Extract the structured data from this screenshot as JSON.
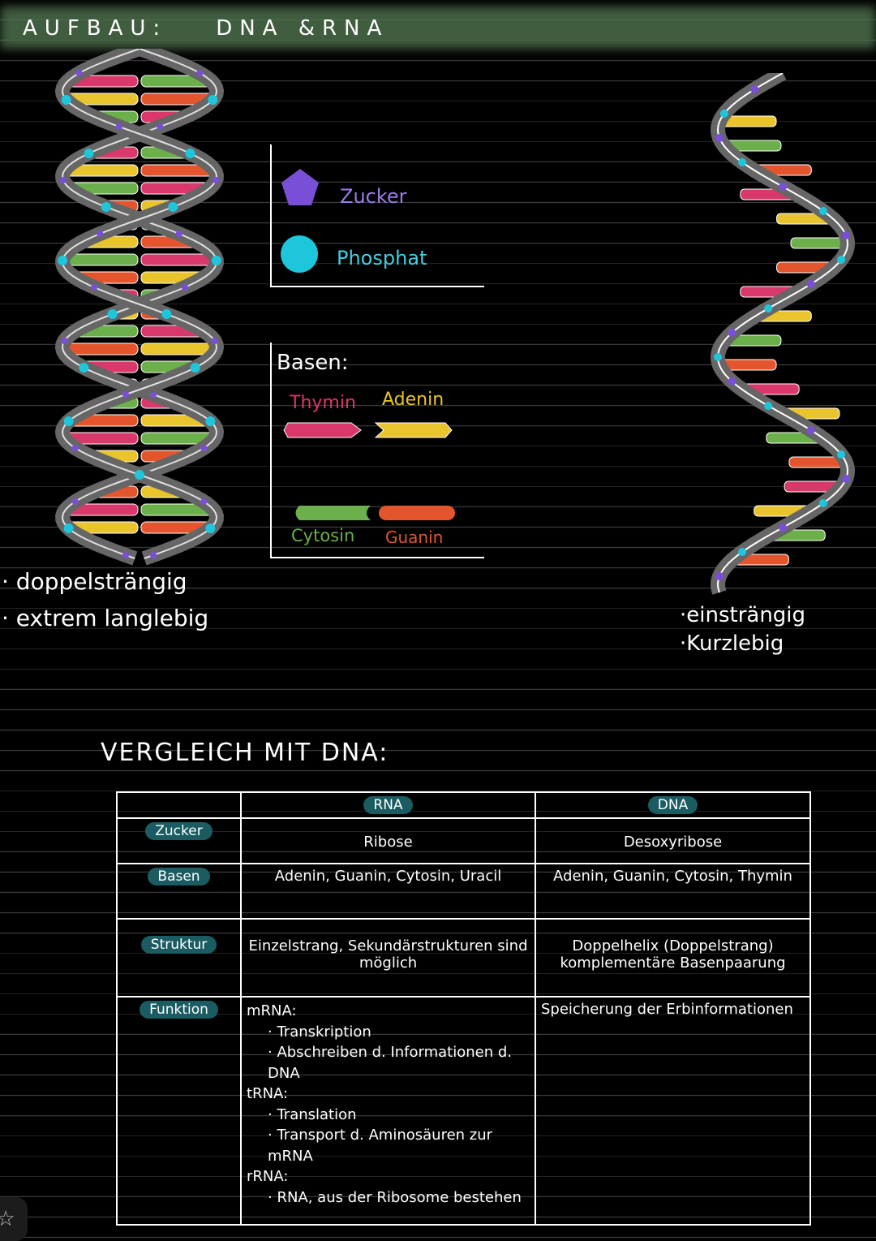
{
  "title": {
    "left": "AUFBAU:",
    "right": "DNA &RNA"
  },
  "legend": {
    "sugar": "Zucker",
    "phosphate": "Phosphat"
  },
  "bases": {
    "heading": "Basen:",
    "thymin": "Thymin",
    "adenin": "Adenin",
    "cytosin": "Cytosin",
    "guanin": "Guanin"
  },
  "dna_notes": [
    "· doppelsträngig",
    "· extrem langlebig"
  ],
  "rna_notes": [
    "·einsträngig",
    "·Kurzlebig"
  ],
  "compare_heading": "VERGLEICH MIT DNA:",
  "table": {
    "headers": [
      "RNA",
      "DNA"
    ],
    "rows": [
      {
        "label": "Zucker",
        "rna": "Ribose",
        "dna": "Desoxyribose"
      },
      {
        "label": "Basen",
        "rna": "Adenin, Guanin, Cytosin, Uracil",
        "dna": "Adenin, Guanin, Cytosin, Thymin"
      },
      {
        "label": "Struktur",
        "rna": "Einzelstrang, Sekundärstrukturen sind möglich",
        "dna": "Doppelhelix (Doppelstrang) komplementäre Basenpaarung"
      },
      {
        "label": "Funktion",
        "dna": "Speicherung der Erbinformationen",
        "rna_lines": [
          "mRNA:",
          "· Transkription",
          "· Abschreiben d. Informationen d. DNA",
          "tRNA:",
          "· Translation",
          "· Transport d. Aminosäuren zur mRNA",
          "rRNA:",
          "· RNA, aus der Ribosome bestehen"
        ]
      }
    ]
  },
  "colors": {
    "thymin": "#d8386a",
    "adenin": "#e9c42c",
    "cytosin": "#6bb04a",
    "guanin": "#e4552e",
    "sugar": "#7a4fd8",
    "phosphate": "#1ec6dc",
    "title_band": "#4c6e4c"
  }
}
